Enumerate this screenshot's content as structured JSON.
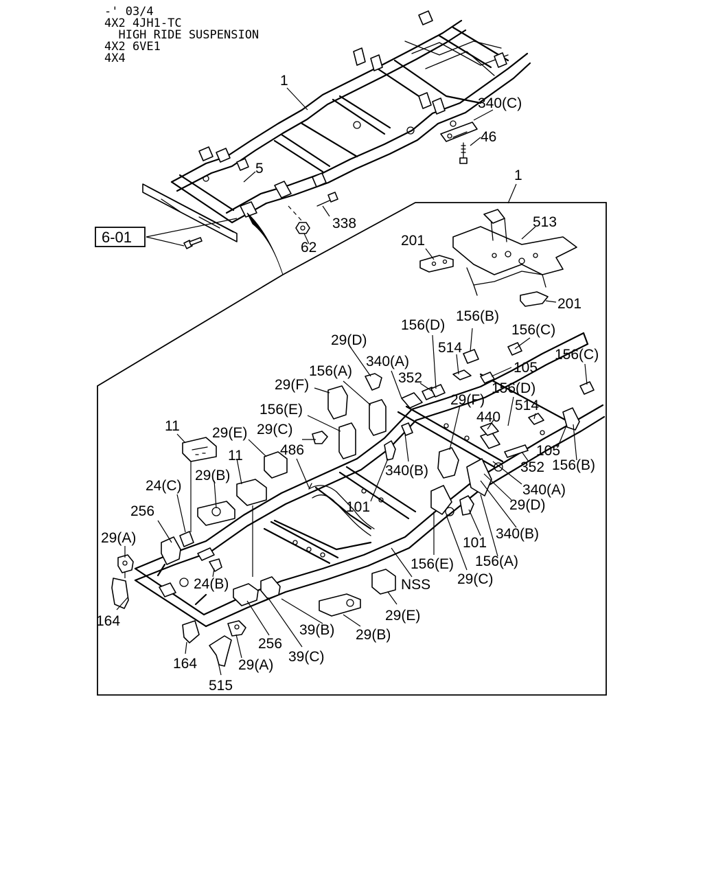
{
  "applicability": [
    "-' 03/4",
    "4X2 4JH1-TC",
    "  HIGH RIDE SUSPENSION",
    "4X2 6VE1",
    "4X4"
  ],
  "reference_box": "6-01",
  "callouts": {
    "c1": "1",
    "c1b": "1",
    "c5": "5",
    "c46": "46",
    "c340C": "340(C)",
    "c338": "338",
    "c62": "62",
    "c513": "513",
    "c201a": "201",
    "c201b": "201",
    "c156D": "156(D)",
    "c156B": "156(B)",
    "c156C": "156(C)",
    "c156C2": "156(C)",
    "c29D": "29(D)",
    "c514": "514",
    "c105": "105",
    "c156D2": "156(D)",
    "c340A": "340(A)",
    "c352": "352",
    "c156A": "156(A)",
    "c29F": "29(F)",
    "c29F2": "29(F)",
    "c440": "440",
    "c514b": "514",
    "c156E": "156(E)",
    "c11": "11",
    "c29E": "29(E)",
    "c29C": "29(C)",
    "c105b": "105",
    "c156B2": "156(B)",
    "c486": "486",
    "c11b": "11",
    "c352b": "352",
    "c340B": "340(B)",
    "c29B": "29(B)",
    "c340A2": "340(A)",
    "c24C": "24(C)",
    "c101": "101",
    "c29D2": "29(D)",
    "c256": "256",
    "c340B2": "340(B)",
    "c29A": "29(A)",
    "c101b": "101",
    "c156E2": "156(E)",
    "c156A2": "156(A)",
    "c24B": "24(B)",
    "c29C2": "29(C)",
    "cNSS": "NSS",
    "c164": "164",
    "c29E2": "29(E)",
    "c39B": "39(B)",
    "c29B2": "29(B)",
    "c256b": "256",
    "c39C": "39(C)",
    "c164b": "164",
    "c29A2": "29(A)",
    "c515": "515"
  }
}
